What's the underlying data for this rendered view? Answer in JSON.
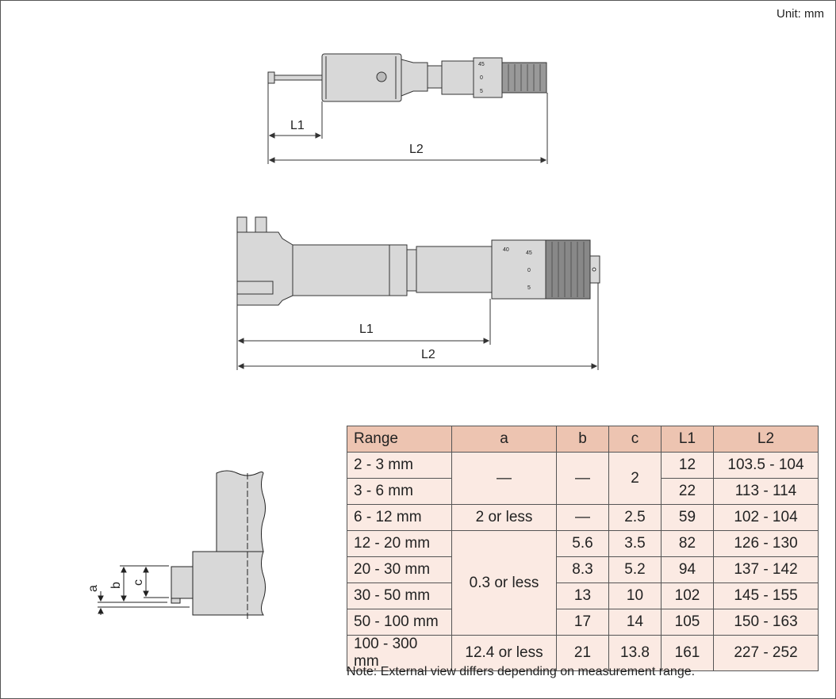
{
  "unit_label": "Unit: mm",
  "drawing1": {
    "l1": "L1",
    "l2": "L2",
    "scale": [
      "45",
      "0",
      "5"
    ]
  },
  "drawing2": {
    "l1": "L1",
    "l2": "L2",
    "scale": [
      "40",
      "45",
      "0",
      "5"
    ]
  },
  "detail": {
    "a": "a",
    "b": "b",
    "c": "c"
  },
  "table": {
    "headers": [
      "Range",
      "a",
      "b",
      "c",
      "L1",
      "L2"
    ],
    "rows": [
      {
        "range": "2 - 3 mm",
        "a": "—",
        "b": "—",
        "c": "2",
        "l1": "12",
        "l2": "103.5 - 104"
      },
      {
        "range": "3 - 6 mm",
        "l1": "22",
        "l2": "113 - 114"
      },
      {
        "range": "6 - 12 mm",
        "a": "2 or less",
        "b": "—",
        "c": "2.5",
        "l1": "59",
        "l2": "102 - 104"
      },
      {
        "range": "12 - 20 mm",
        "a": "0.3 or less",
        "b": "5.6",
        "c": "3.5",
        "l1": "82",
        "l2": "126 - 130"
      },
      {
        "range": "20 - 30 mm",
        "b": "8.3",
        "c": "5.2",
        "l1": "94",
        "l2": "137 - 142"
      },
      {
        "range": "30 - 50 mm",
        "b": "13",
        "c": "10",
        "l1": "102",
        "l2": "145 - 155"
      },
      {
        "range": "50 - 100 mm",
        "b": "17",
        "c": "14",
        "l1": "105",
        "l2": "150 - 163"
      },
      {
        "range": "100 - 300 mm",
        "a": "12.4 or less",
        "b": "21",
        "c": "13.8",
        "l1": "161",
        "l2": "227 - 252"
      }
    ]
  },
  "note": "Note: External view differs depending on measurement range."
}
